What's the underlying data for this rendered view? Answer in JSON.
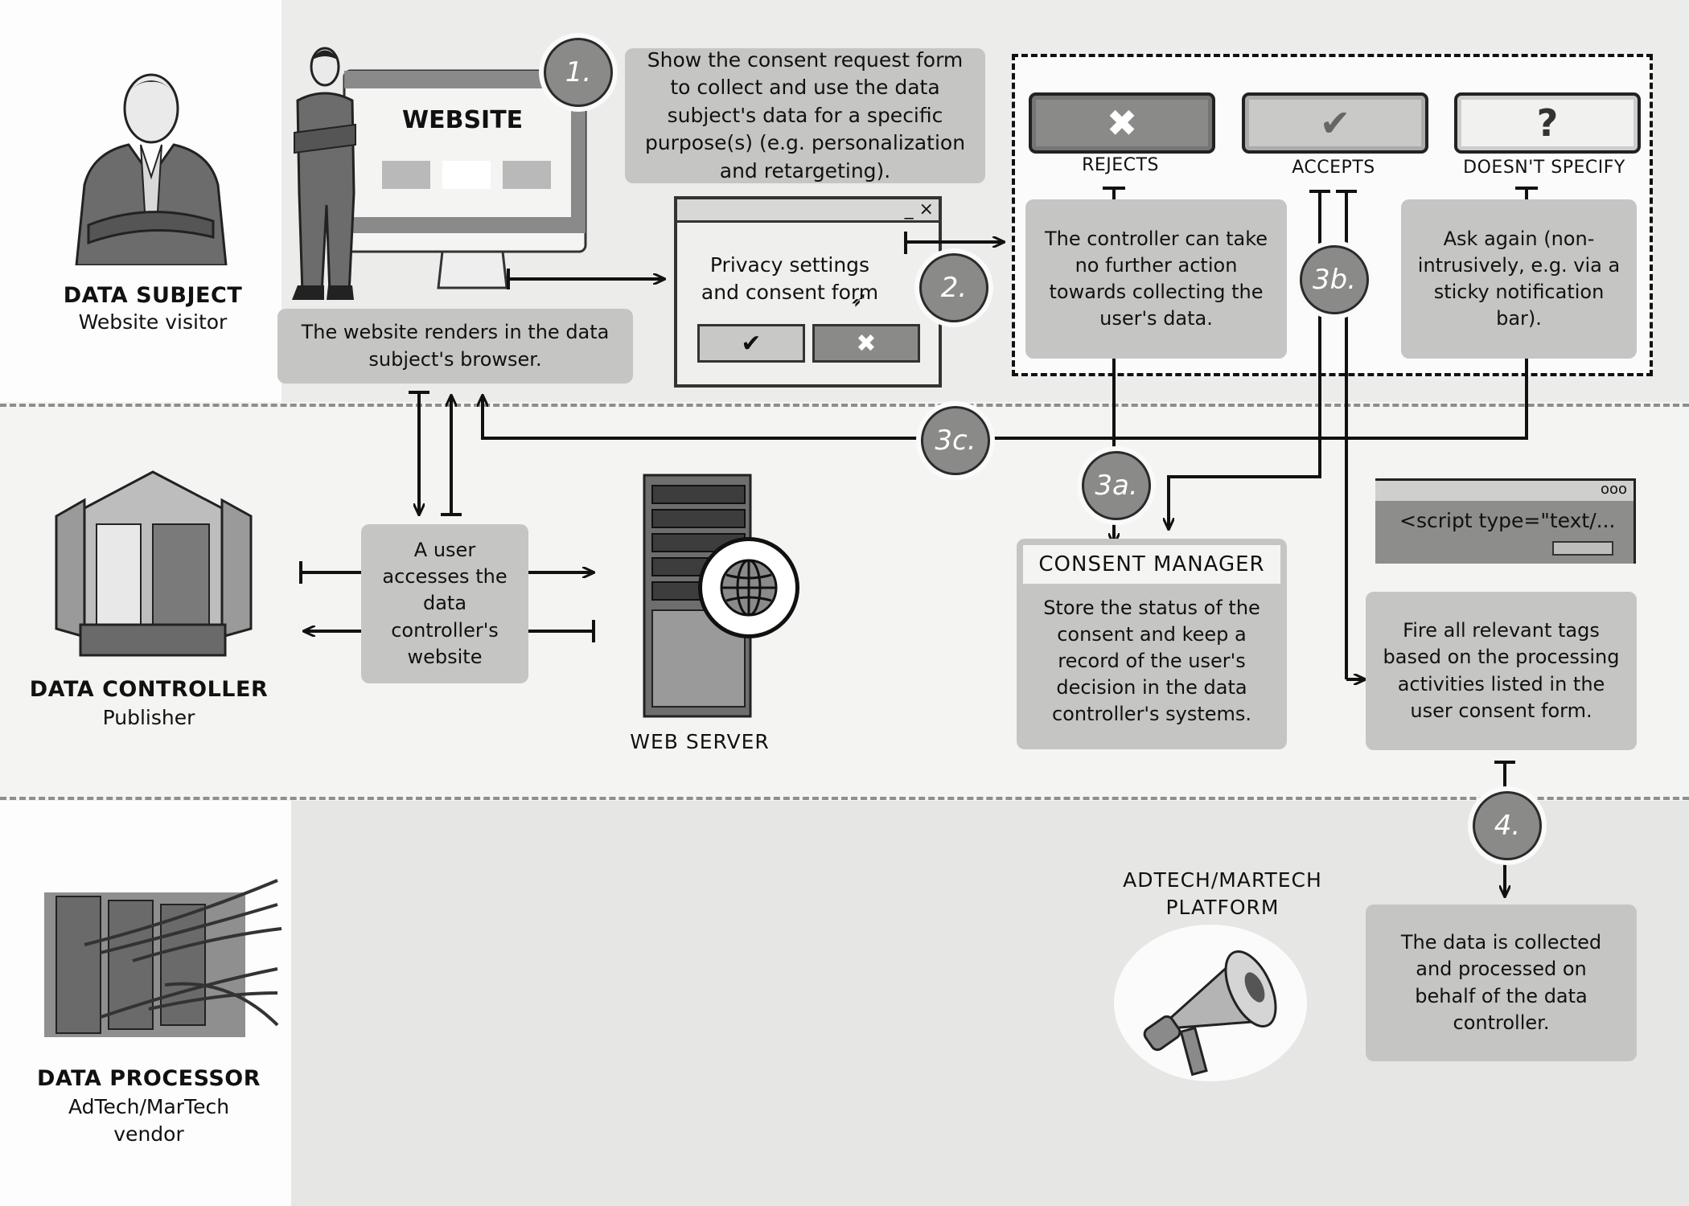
{
  "roles": {
    "data_subject": {
      "title": "DATA SUBJECT",
      "subtitle": "Website visitor"
    },
    "data_controller": {
      "title": "DATA CONTROLLER",
      "subtitle": "Publisher"
    },
    "data_processor": {
      "title": "DATA PROCESSOR",
      "subtitle_line1": "AdTech/MarTech",
      "subtitle_line2": "vendor"
    }
  },
  "website": {
    "label": "WEBSITE",
    "caption": "The website renders in the data subject's browser."
  },
  "steps": {
    "s1": {
      "badge": "1.",
      "text": "Show the consent request form to collect and use the data subject's data for a specific purpose(s) (e.g. personalization and retargeting)."
    },
    "s2": {
      "badge": "2."
    },
    "s3a": {
      "badge": "3a."
    },
    "s3b": {
      "badge": "3b."
    },
    "s3c": {
      "badge": "3c."
    },
    "s4": {
      "badge": "4."
    }
  },
  "privacy_dialog": {
    "title_controls": "_ ×",
    "text": "Privacy settings and consent form",
    "accept_icon": "check-icon",
    "reject_icon": "x-icon"
  },
  "choices": [
    {
      "label": "REJECTS",
      "icon": "x-icon",
      "glyph": "✖",
      "outcome": "The controller can take no further action towards collecting the user's data."
    },
    {
      "label": "ACCEPTS",
      "icon": "check-icon",
      "glyph": "✔",
      "outcome": ""
    },
    {
      "label": "DOESN'T SPECIFY",
      "icon": "question-icon",
      "glyph": "?",
      "outcome": "Ask again (non-intrusively, e.g. via a sticky notification bar)."
    }
  ],
  "user_access": {
    "text": "A user accesses the data controller's website"
  },
  "web_server": {
    "label": "WEB SERVER"
  },
  "consent_manager": {
    "title": "CONSENT MANAGER",
    "text": "Store the status of the consent and keep a record of the user's decision in the data controller's systems."
  },
  "script_window": {
    "dots": "ooo",
    "code": "<script type=\"text/..."
  },
  "fire_tags": {
    "text": "Fire all relevant tags based on the processing activities listed in the user consent form."
  },
  "platform": {
    "line1": "ADTECH/MARTECH",
    "line2": "PLATFORM"
  },
  "processed": {
    "text": "The data is collected and processed on behalf of the data controller."
  }
}
